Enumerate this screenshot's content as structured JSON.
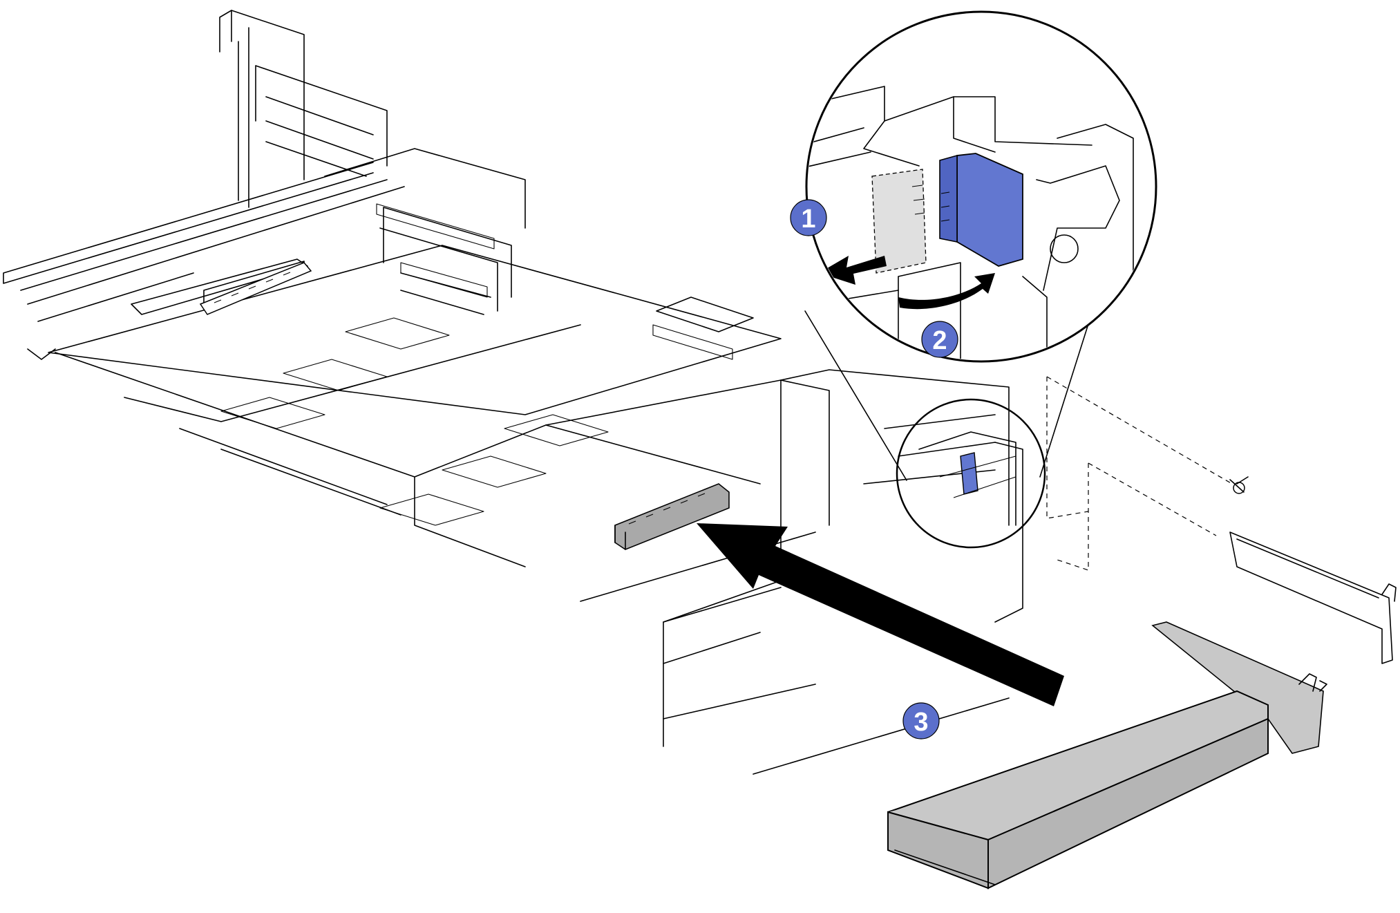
{
  "colors": {
    "background": "#ffffff",
    "outline": "#000000",
    "callout_fill": "#5b6fcb",
    "latch_fill": "#6277d0",
    "card_fill": "#c8c8c8",
    "connector_fill": "#a9a9a9"
  },
  "callouts": [
    {
      "id": "step-1",
      "label": "1"
    },
    {
      "id": "step-2",
      "label": "2"
    },
    {
      "id": "step-3",
      "label": "3"
    }
  ]
}
